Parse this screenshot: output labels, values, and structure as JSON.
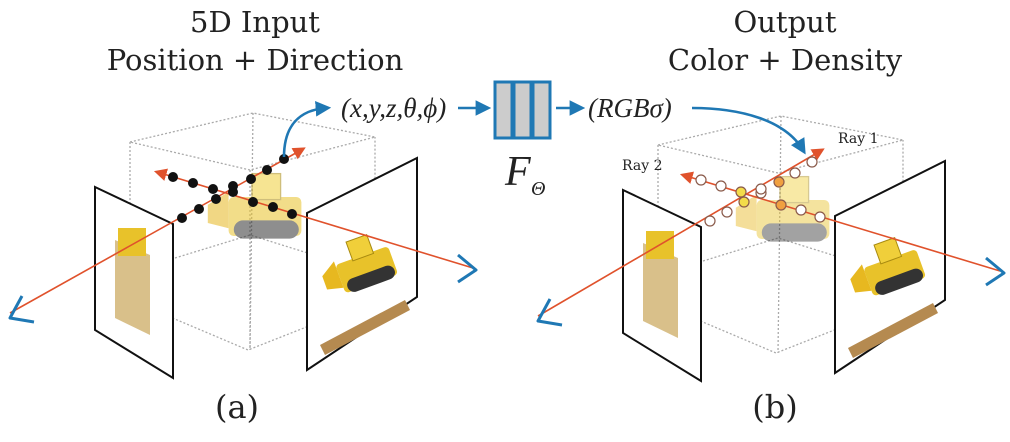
{
  "panel_a": {
    "title_line1": "5D Input",
    "title_line2": "Position + Direction",
    "caption": "(a)",
    "input_label": "(x,y,z,θ,ϕ)"
  },
  "network": {
    "label": "F",
    "subscript": "Θ"
  },
  "panel_b": {
    "title_line1": "Output",
    "title_line2": "Color + Density",
    "caption": "(b)",
    "output_label": "(RGBσ)",
    "ray1_label": "Ray 1",
    "ray2_label": "Ray 2"
  },
  "colors": {
    "ray": "#e0522c",
    "arrow": "#1f78b4",
    "network_fill": "#cccccc",
    "sample_orange": "#f0a040",
    "sample_yellow": "#f3dc4a"
  }
}
